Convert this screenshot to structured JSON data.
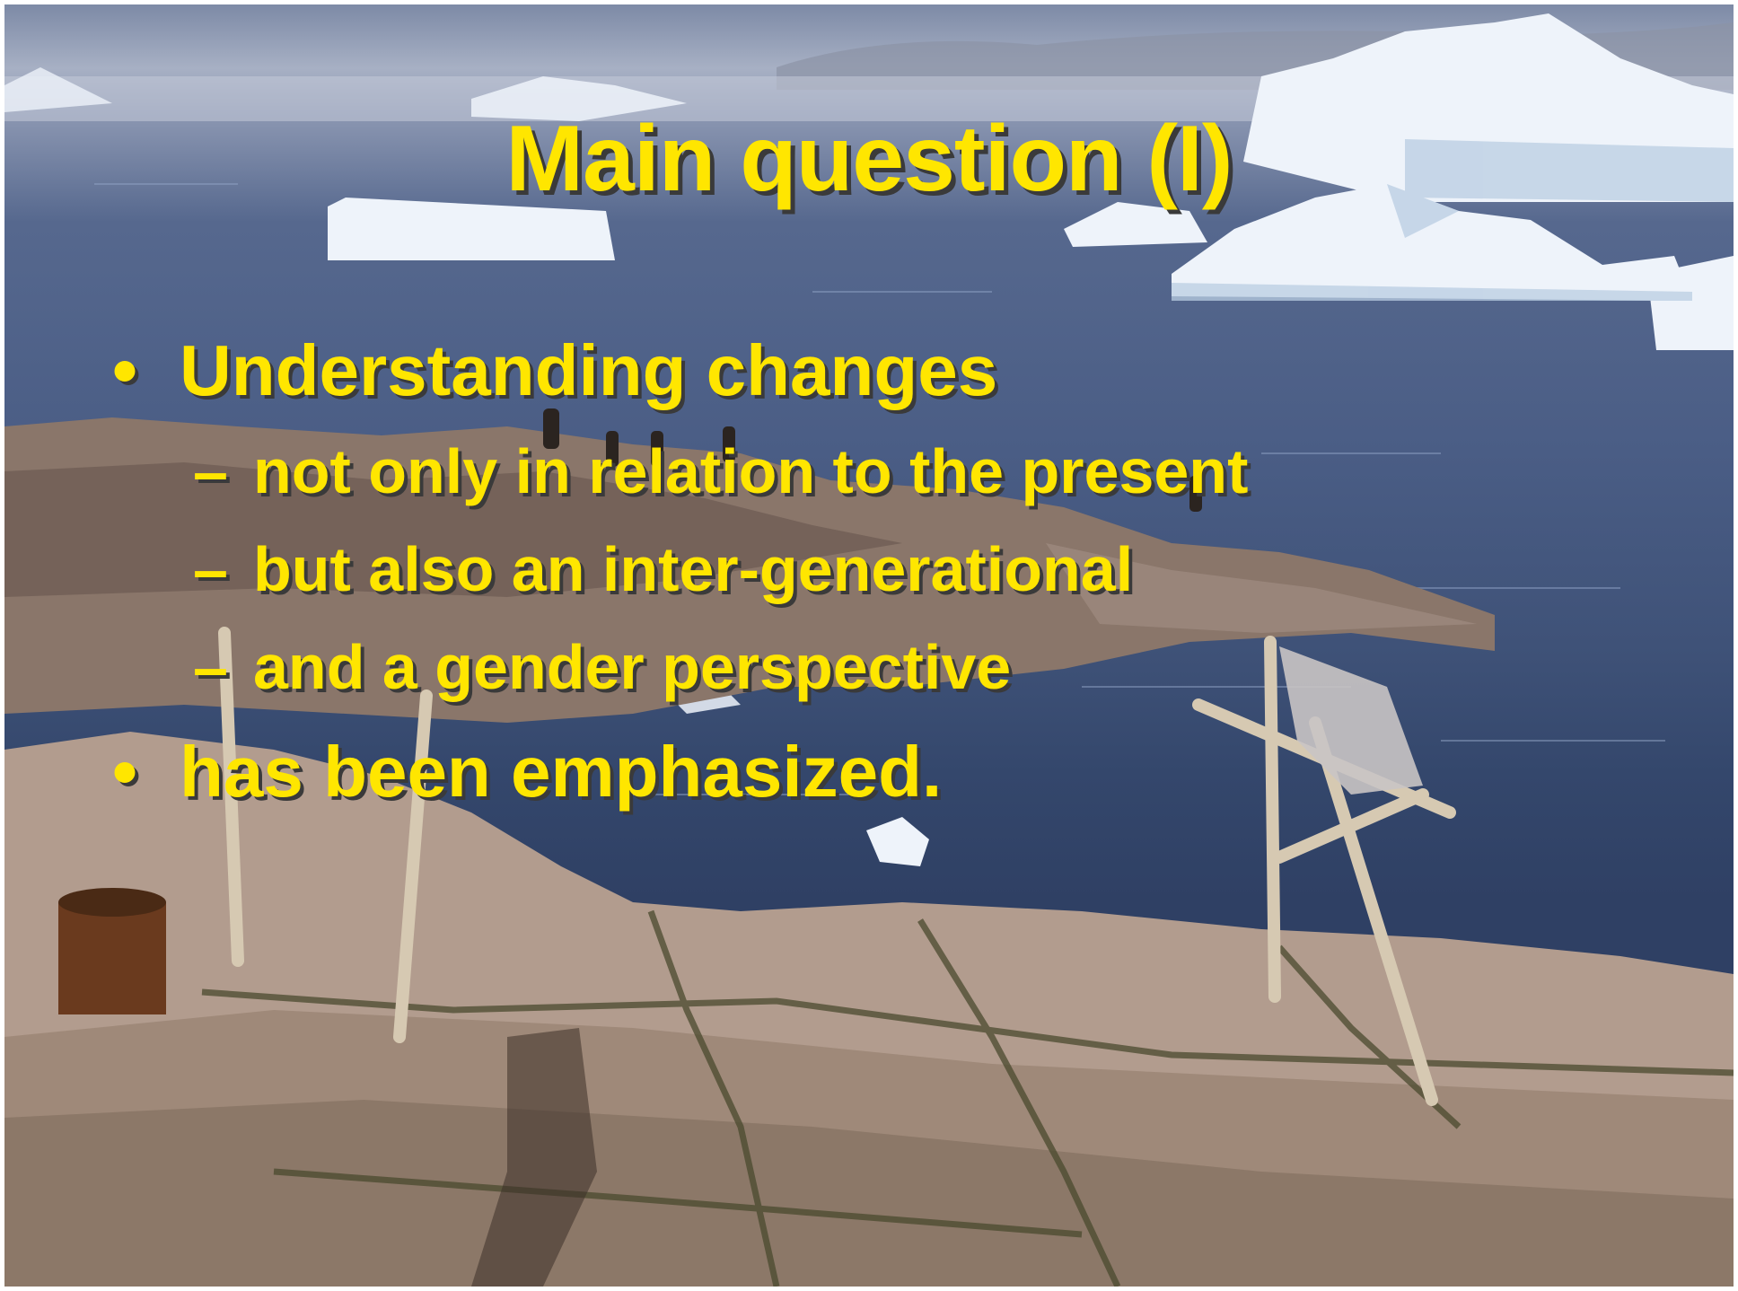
{
  "slide": {
    "title": "Main question (I)",
    "bullets": [
      {
        "marker": "•",
        "text": "Understanding changes"
      },
      {
        "marker": "–",
        "text": "not only in relation to the present"
      },
      {
        "marker": "–",
        "text": "but also an inter-generational"
      },
      {
        "marker": "–",
        "text": "and a gender perspective"
      },
      {
        "marker": "•",
        "text": "has been emphasized."
      }
    ]
  },
  "colors": {
    "text": "#ffe600",
    "text_shadow": "#3a3a3a"
  }
}
